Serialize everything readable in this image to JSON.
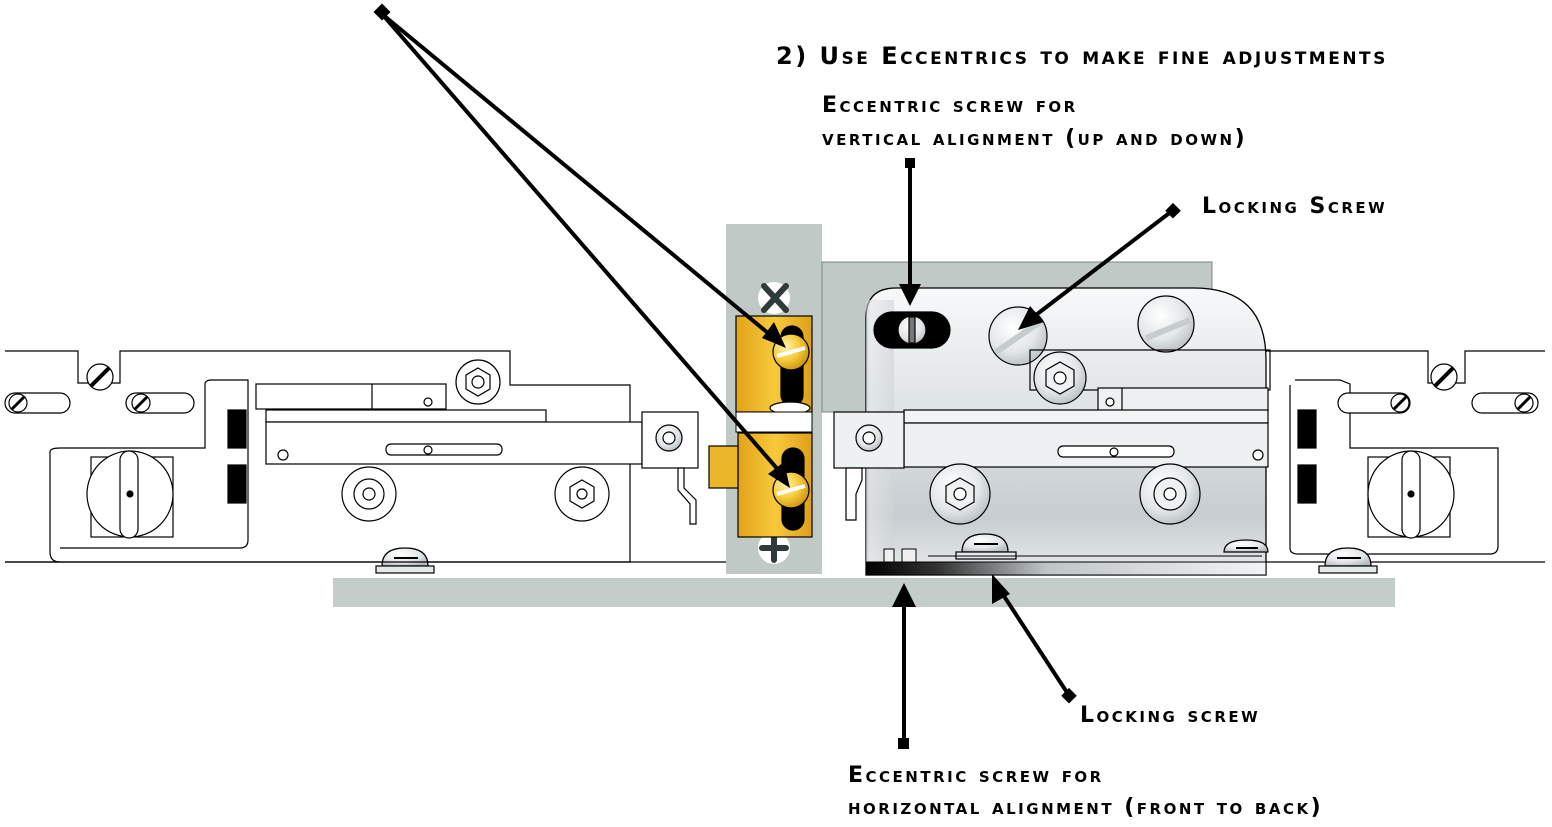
{
  "labels": {
    "step2": "2) Use Eccentrics to make fine adjustments",
    "vertical_line1": "Eccentric screw for",
    "vertical_line2": "vertical alignment (up and down)",
    "locking_screw_top": "Locking Screw",
    "locking_screw_bottom": "Locking screw",
    "horizontal_line1": "Eccentric screw for",
    "horizontal_line2": "horizontal alignment (front to back)"
  },
  "icons": {
    "phillips": "phillips-screw-icon",
    "slotted": "slotted-screw-icon",
    "hex": "hex-bolt-icon",
    "eccentric": "eccentric-screw-icon"
  },
  "colors": {
    "base_plate": "#c3cdca",
    "bracket_plate": "#c1c9c7",
    "brass": "#f3bd2b",
    "brass_dark": "#d9960d",
    "metal_light": "#eef1f2",
    "metal_mid": "#b9c0c2",
    "stroke": "#000000"
  }
}
